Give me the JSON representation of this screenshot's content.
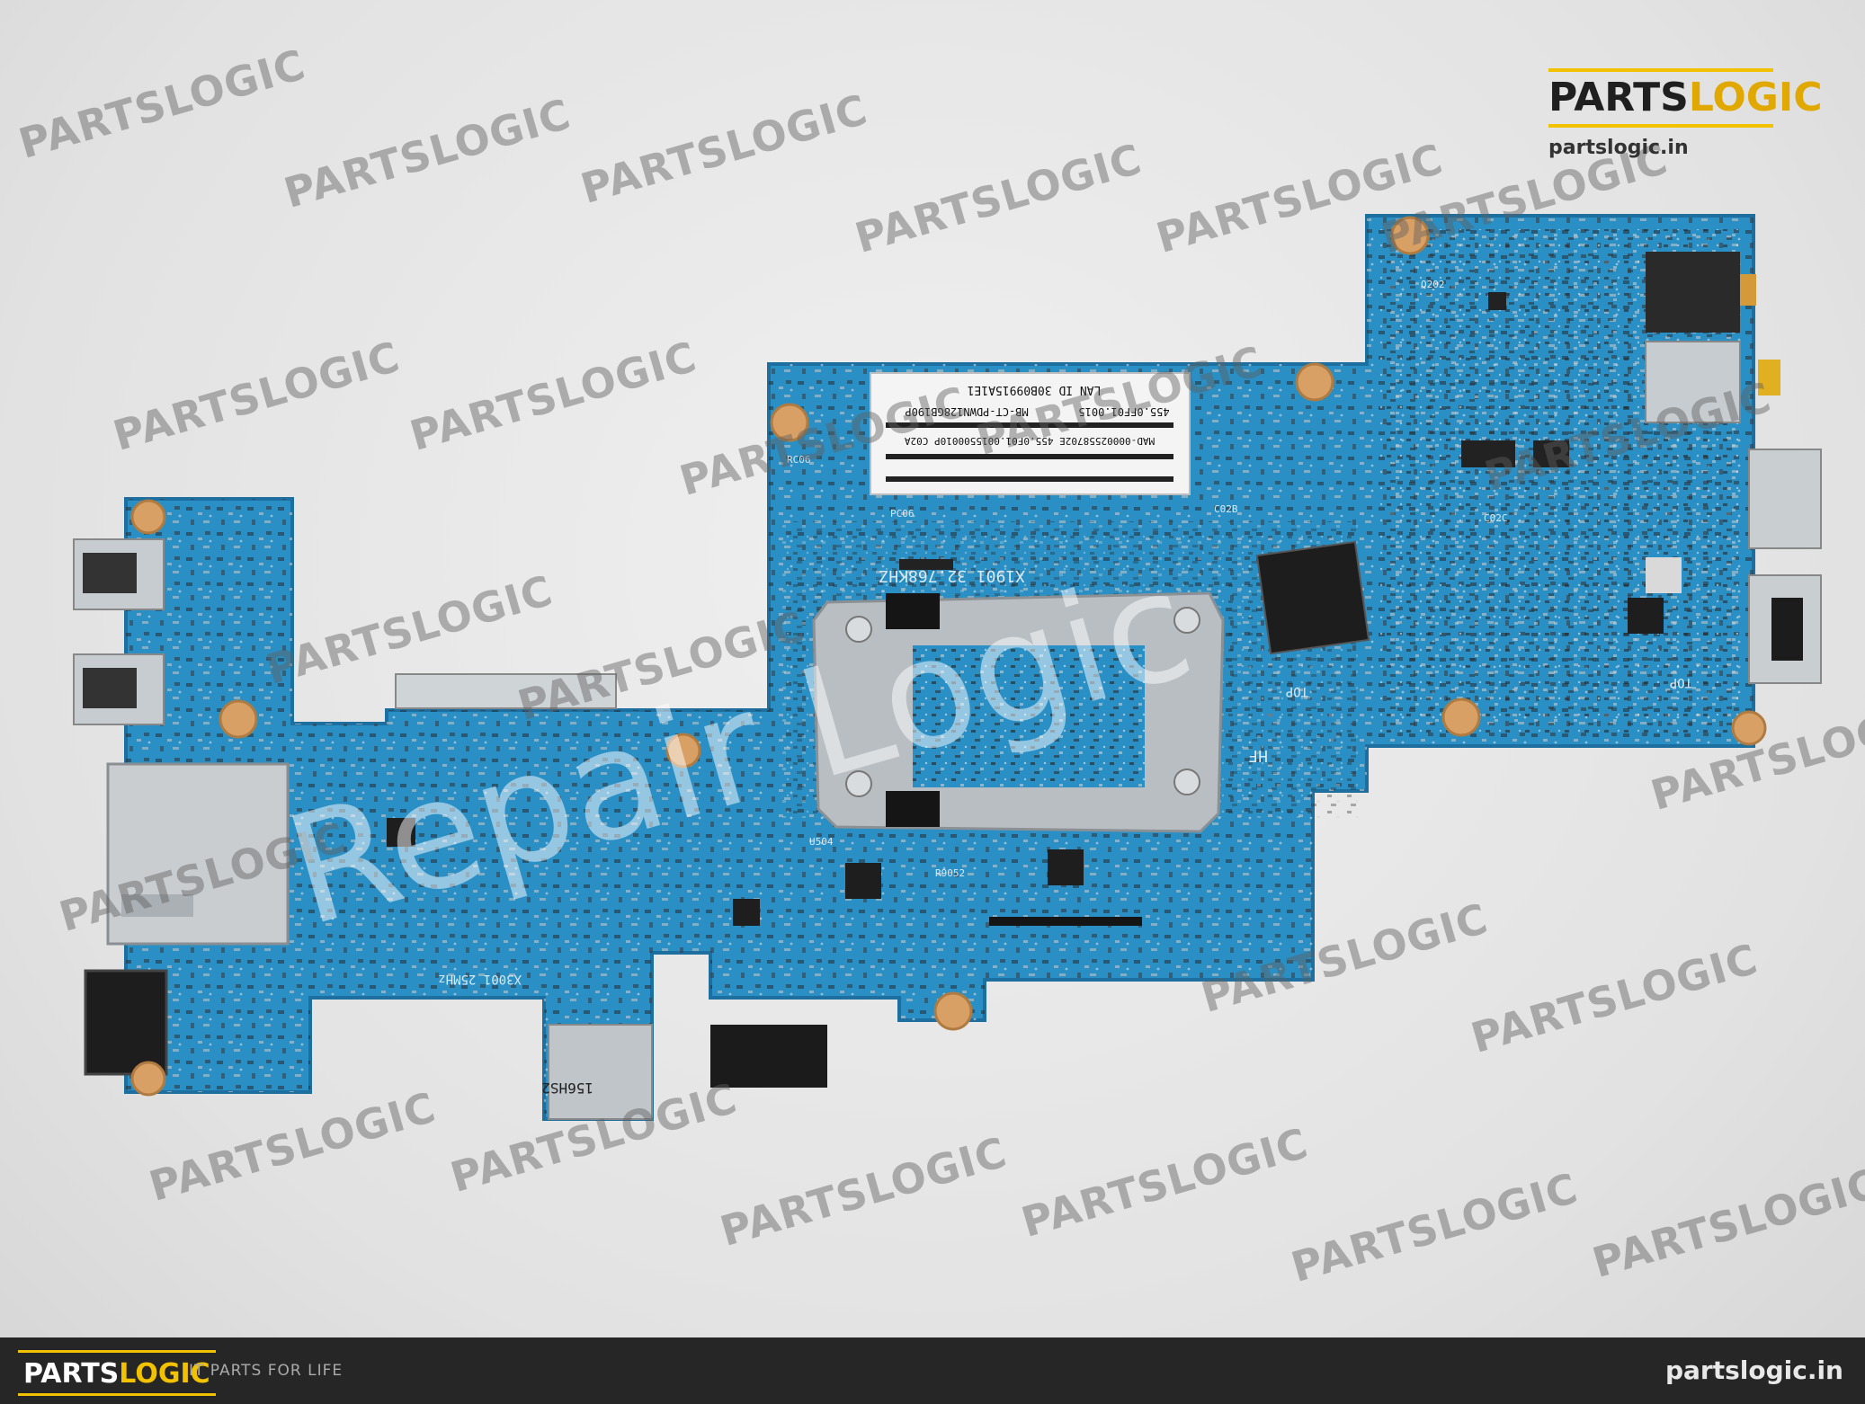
{
  "photo": {
    "subject": "laptop motherboard",
    "board_color": "#2a8fc4",
    "board_dark": "#1d6f9f",
    "silk_color": "#dbe9f2",
    "pad_color": "#d9a066",
    "metal_color": "#b9bec2",
    "label_text": {
      "line1": "LAN ID  30B09915A1E1",
      "line2": "MB-CT-PDWN128GB190P",
      "line3": "455.0FF01.0015",
      "line4": "MAD-00002558702E  455.0F01.0015500010P C02A"
    },
    "markings": {
      "crystal": "X1901  32.768KHZ",
      "top1": "TOP",
      "top2": "TOP",
      "hf": "HF",
      "sim": "156HS2",
      "codes": [
        "RC06",
        "PC06",
        "C02B",
        "C02C",
        "Q202",
        "U504",
        "R9052",
        "X3001 25MHz"
      ]
    }
  },
  "watermark": {
    "brand": "PARTSLOGIC",
    "overlay": "Repair Logic",
    "color": "#5f5f5f"
  },
  "top_logo": {
    "part1": "PARTS",
    "part2": "LOGIC",
    "url": "partslogic.in",
    "accent": "#f2c200"
  },
  "footer": {
    "part1": "PARTS",
    "part2": "LOGIC",
    "tagline": "IT PARTS FOR LIFE",
    "url": "partslogic.in",
    "bg": "#262626"
  }
}
